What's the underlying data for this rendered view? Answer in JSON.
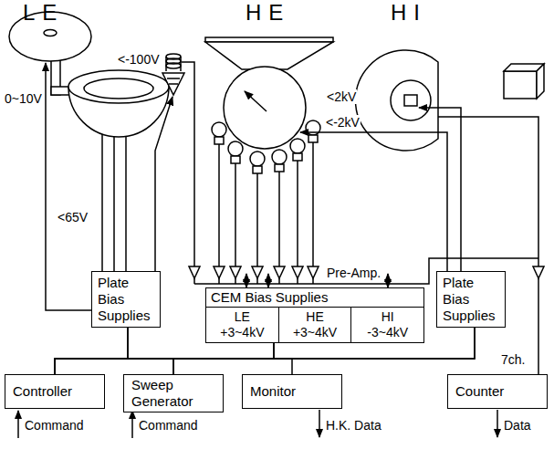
{
  "diagram": {
    "nodes": [
      {
        "text": [
          "Plate Bias Supplies"
        ]
      },
      {
        "text": [
          "CEM Bias Supplies"
        ]
      },
      {
        "text": [
          "LE",
          "+3~4kV"
        ],
        "in": 1
      },
      {
        "text": [
          "HE",
          "+3~4kV"
        ],
        "in": 1
      },
      {
        "text": [
          "HI",
          "-3~4kV"
        ],
        "in": 1
      },
      {
        "text": [
          "Plate Bias Supplies"
        ]
      },
      {
        "text": [
          "Controller"
        ]
      },
      {
        "text": [
          "Sweep Generator"
        ]
      },
      {
        "text": [
          "Monitor"
        ]
      },
      {
        "text": [
          "Counter"
        ]
      }
    ],
    "edges": [
      {
        "from": 6,
        "to": 0,
        "arrow": "none"
      },
      {
        "from": 6,
        "to": 1,
        "arrow": "none"
      },
      {
        "from": 6,
        "to": 5,
        "arrow": "none"
      },
      {
        "from": 7,
        "to": 0,
        "arrow": "none"
      },
      {
        "from": 7,
        "to": 5,
        "arrow": "none"
      },
      {
        "from": 8,
        "to": 1,
        "arrow": "none"
      }
    ],
    "labels": [
      "LE",
      "HE",
      "HI",
      "0~10V",
      "<-100V",
      "<65V",
      "<2kV",
      "<-2kV",
      "Pre-Amp.",
      "7ch.",
      "Command",
      "Command",
      "H.K. Data",
      "Data"
    ]
  }
}
